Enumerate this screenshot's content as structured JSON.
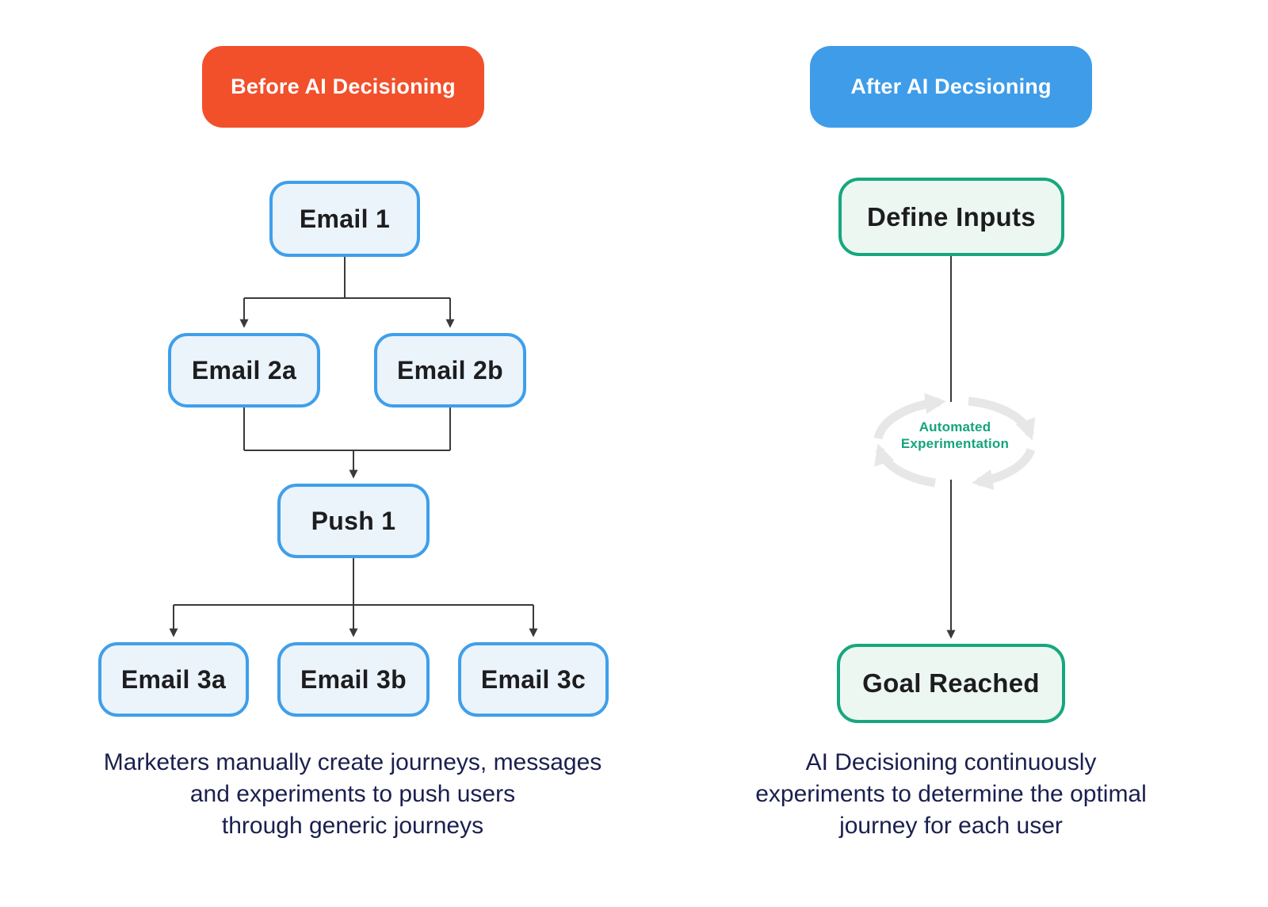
{
  "diagram": {
    "left": {
      "header": "Before AI Decisioning",
      "nodes": {
        "email1": "Email 1",
        "email2a": "Email 2a",
        "email2b": "Email 2b",
        "push1": "Push 1",
        "email3a": "Email 3a",
        "email3b": "Email 3b",
        "email3c": "Email 3c"
      },
      "caption_lines": [
        "Marketers manually create journeys, messages",
        "and experiments to push users",
        "through generic journeys"
      ]
    },
    "right": {
      "header": "After AI Decsioning",
      "nodes": {
        "define_inputs": "Define Inputs",
        "goal_reached": "Goal Reached"
      },
      "loop_label_lines": [
        "Automated",
        "Experimentation"
      ],
      "caption_lines": [
        "AI Decisioning continuously",
        "experiments to determine the optimal",
        "journey for each user"
      ]
    },
    "colors": {
      "left_header_bg": "#F1502B",
      "right_header_bg": "#3E9CE9",
      "blue_node_border": "#3F9FEA",
      "blue_node_fill": "#EBF3FB",
      "green_node_border": "#17A77E",
      "green_node_fill": "#EDF7F2",
      "connector": "#3A3A3A",
      "loop_arrow": "#E7E7E7",
      "loop_label": "#14A47C",
      "caption_text": "#1A1F4E",
      "node_text": "#1D1D1F",
      "header_text": "#FFFFFF"
    }
  }
}
